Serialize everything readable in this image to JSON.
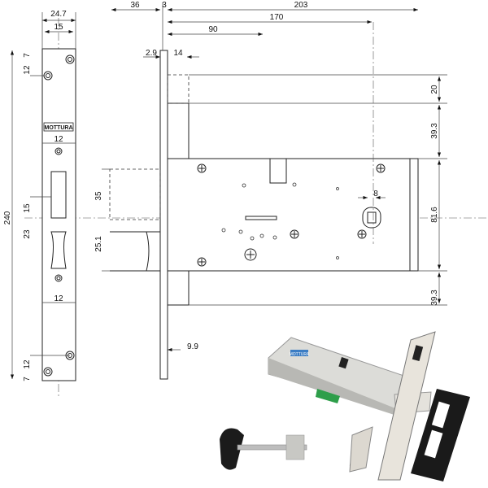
{
  "strike_plate": {
    "brand": "MOTTURA",
    "dims": {
      "width_total": "24.7",
      "width_inner": "15",
      "top_hole_offset": "12",
      "top_hole_gap": "7",
      "bolt_hole_width": "12",
      "total_height": "240",
      "bolt_offset": "15",
      "latch_offset": "23",
      "latch_hole_width": "12",
      "bottom_hole_offset": "12",
      "bottom_hole_gap": "7"
    }
  },
  "lock_body": {
    "dims": {
      "backset_bolt": "36",
      "faceplate": "3",
      "overall_length": "203",
      "key_distance": "170",
      "handle_distance": "90",
      "faceplate_thickness": "2.9",
      "faceplate_width": "14",
      "top_extension": "20",
      "upper_section": "39.3",
      "bolt_projection": "35",
      "key_square": "8",
      "body_height": "81.6",
      "latch_projection": "25.1",
      "lower_section": "39.3",
      "bottom_offset": "9.9"
    }
  },
  "photo": {
    "label": "MOTTURA"
  },
  "colors": {
    "line": "#222222",
    "label_green": "#2e9e4a",
    "strike_black": "#1a1a1a",
    "steel": "#cfd0cc"
  }
}
